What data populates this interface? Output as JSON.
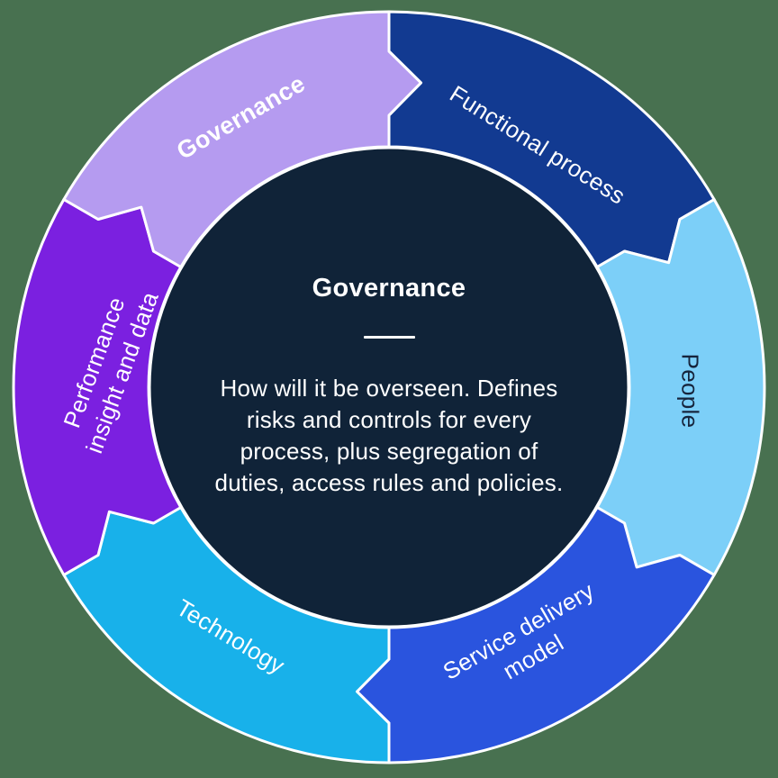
{
  "canvas": {
    "background_color": "#487150"
  },
  "wheel": {
    "segments": [
      {
        "id": "functional-process",
        "label": "Functional process",
        "color": "#123a91",
        "text_color": "#ffffff",
        "active": false
      },
      {
        "id": "people",
        "label": "People",
        "color": "#7ccff8",
        "text_color": "#16243c",
        "active": false
      },
      {
        "id": "service-delivery-model",
        "label": "Service delivery model",
        "lines": [
          "Service delivery",
          "model"
        ],
        "color": "#2a54de",
        "text_color": "#ffffff",
        "active": false
      },
      {
        "id": "technology",
        "label": "Technology",
        "color": "#18b1ea",
        "text_color": "#ffffff",
        "active": false
      },
      {
        "id": "performance-insight-and-data",
        "label": "Performance insight and data",
        "lines": [
          "Performance",
          "insight and data"
        ],
        "color": "#7b20e0",
        "text_color": "#ffffff",
        "active": false
      },
      {
        "id": "governance",
        "label": "Governance",
        "color": "#b59bf0",
        "text_color": "#ffffff",
        "active": true
      }
    ],
    "center": {
      "title": "Governance",
      "body_lines": [
        "How will it be overseen. Defines",
        "risks and controls for every",
        "process, plus segregation of",
        "duties, access rules and policies."
      ],
      "color": "#102338",
      "stroke_color": "#ffffff"
    }
  }
}
